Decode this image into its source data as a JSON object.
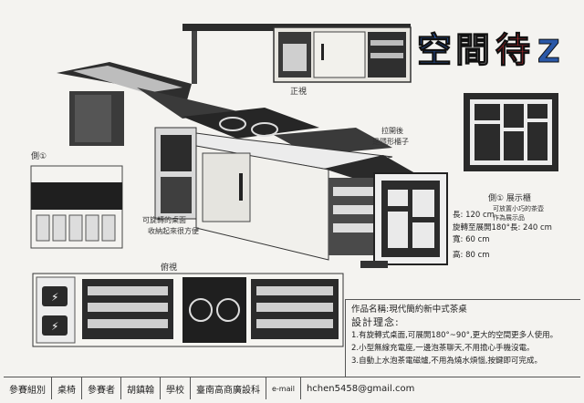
{
  "title_art": {
    "text": "空間待 Z"
  },
  "labels": {
    "front_view": "正視",
    "top_view": "俯視",
    "side_view": "側①",
    "side_view_caption": "側① 展示櫃",
    "display_note_1": "可放置小巧的茶壺",
    "display_note_2": "作為展示品",
    "drawer_note_1": "拉開後",
    "drawer_note_2": "是隱形櫃子",
    "rotate_note_1": "可旋轉的桌面",
    "rotate_note_2": "收納起來很方便"
  },
  "dimensions": {
    "length": "長: 120 cm",
    "rotated": "旋轉至展開180°長: 240 cm",
    "width": "寬: 60 cm",
    "height": "高: 80 cm"
  },
  "info": {
    "work_name": "作品名稱:現代簡約新中式茶桌",
    "concept_title": "設計理念:",
    "points": [
      "1.有旋轉式桌面,可展開180°~90°,更大的空間更多人使用。",
      "2.小型無線充電座,一邊泡茶聊天,不用擔心手機沒電。",
      "3.自動上水泡茶電磁爐,不用為燒水煩惱,按鍵即可完成。"
    ]
  },
  "footer": {
    "group_label": "參賽組別",
    "group_value": "桌椅",
    "entrant_label": "參賽者",
    "entrant_value": "胡鎮翰",
    "school_label": "學校",
    "school_value": "臺南高商廣設科",
    "email_label": "e-mail",
    "email_value": "hchen5458@gmail.com"
  }
}
